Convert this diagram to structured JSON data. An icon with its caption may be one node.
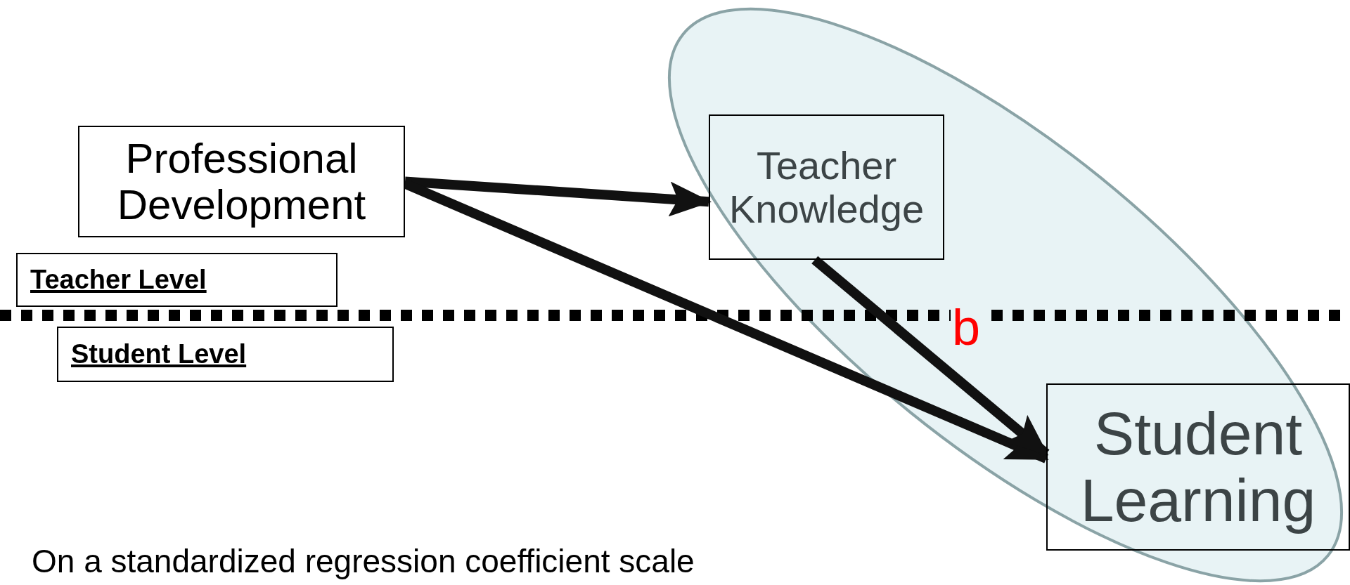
{
  "diagram": {
    "caption": "On a standardized regression coefficient scale",
    "nodes": [
      {
        "text": [
          "Professional Development"
        ]
      },
      {
        "text": [
          "Teacher Knowledge"
        ]
      },
      {
        "text": [
          "Teacher Level"
        ]
      },
      {
        "text": [
          "Student Level"
        ]
      },
      {
        "text": [
          "Student Learning"
        ]
      }
    ],
    "edges": [
      {
        "from": 0,
        "to": 1,
        "arrow": "to"
      },
      {
        "from": 0,
        "to": 4,
        "arrow": "to"
      },
      {
        "from": 1,
        "to": 4,
        "arrow": "to",
        "label": "b"
      }
    ]
  }
}
